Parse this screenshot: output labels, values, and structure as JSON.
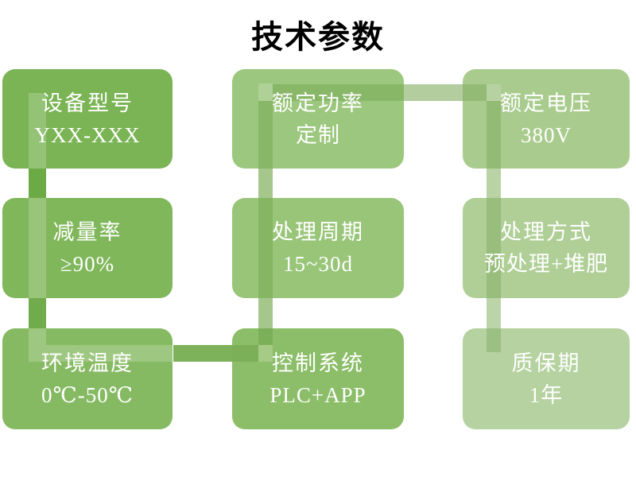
{
  "title": "技术参数",
  "palette": {
    "background": "#ffffff",
    "title_color": "#000000",
    "box_text_color": "#ffffff",
    "ribbon": {
      "a1": "#6CAA45",
      "a2": "#70AC4B",
      "b": "#7DB25A",
      "c": "#A5C78B",
      "c_corner": "#A6CB87",
      "c_top_corner": "#AFD096",
      "d": "#B3CD9E",
      "e": "#B9D3A4",
      "e2": "#BCD5A8",
      "e_corner": "#B7D2A2"
    }
  },
  "boxes": [
    {
      "label": "设备型号",
      "value": "YXX-XXX",
      "color": "#7AB454"
    },
    {
      "label": "额定功率",
      "value": "定制",
      "color": "#9CC77E"
    },
    {
      "label": "额定电压",
      "value": "380V",
      "color": "#A9CC8E"
    },
    {
      "label": "减量率",
      "value": "≥90%",
      "color": "#80B75B"
    },
    {
      "label": "处理周期",
      "value": "15~30d",
      "color": "#99C579"
    },
    {
      "label": "处理方式",
      "value": "预处理+堆肥",
      "color": "#AFCF96"
    },
    {
      "label": "环境温度",
      "value": "0℃-50℃",
      "color": "#86BA62"
    },
    {
      "label": "控制系统",
      "value": "PLC+APP",
      "color": "#8CBE69"
    },
    {
      "label": "质保期",
      "value": "1年",
      "color": "#B5D2A0"
    }
  ]
}
